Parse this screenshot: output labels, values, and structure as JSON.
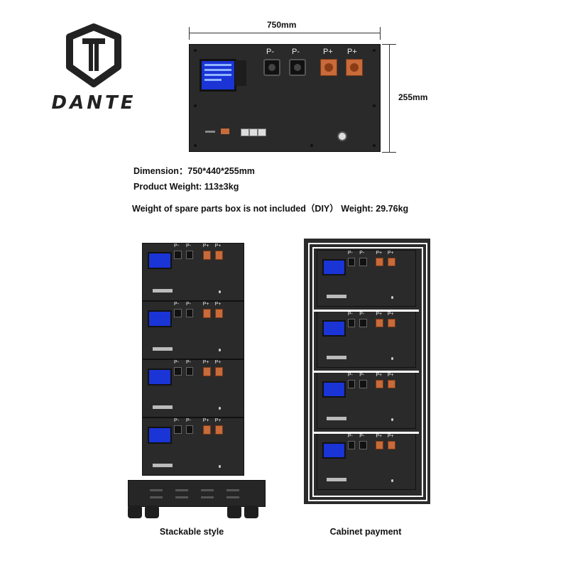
{
  "brand": {
    "name": "DANTE",
    "logo_icon": "dante-shield-logo"
  },
  "dimensions": {
    "width_label": "750mm",
    "height_label": "255mm"
  },
  "panel": {
    "terminals": [
      "P-",
      "P-",
      "P+",
      "P+"
    ]
  },
  "specs": {
    "dimension": "Dimension：750*440*255mm",
    "weight": "Product Weight: 113±3kg",
    "spare_parts": "Weight of spare parts box is not included（DIY） Weight: 29.76kg"
  },
  "captions": {
    "stackable": "Stackable style",
    "cabinet": "Cabinet payment"
  },
  "colors": {
    "panel": "#2a2a2a",
    "lcd": "#1a34d6",
    "positive_terminal": "#c86a3a"
  }
}
